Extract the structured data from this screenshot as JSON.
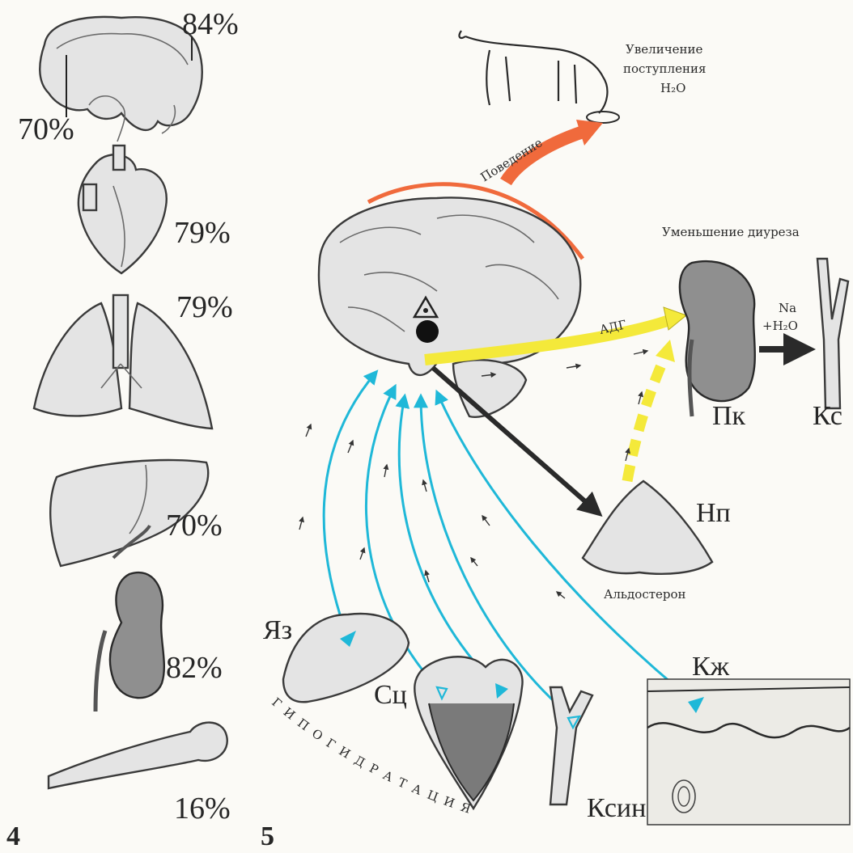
{
  "panel_left": {
    "number": "4",
    "percentages": {
      "brain_top": "84%",
      "brain_side": "70%",
      "heart": "79%",
      "lungs": "79%",
      "liver": "70%",
      "kidney": "82%",
      "bone": "16%"
    }
  },
  "panel_right": {
    "number": "5",
    "behavior_label": "Поведение",
    "intake_label": {
      "line1": "Увеличение",
      "line2": "поступления",
      "line3": "H₂O"
    },
    "diuresis_label": "Уменьшение диуреза",
    "adh_label": "АДГ",
    "na_label": "Na",
    "na_water_label": "+H₂O",
    "kidney_label": "Пк",
    "vessel_label": "Кс",
    "adrenal_label": "Нп",
    "aldosterone_label": "Альдостерон",
    "tongue_label": "Яз",
    "heart_label": "Сц",
    "sinus_label": "Ксин",
    "skin_label": "Кж",
    "hypohydration_label": "ГИПОГИДРАТАЦИЯ"
  },
  "colors": {
    "behavior_arrow": "#f06a3c",
    "adh_arrow": "#f4e93a",
    "afferent": "#1fb8d8",
    "efferent": "#2a2a2a"
  }
}
